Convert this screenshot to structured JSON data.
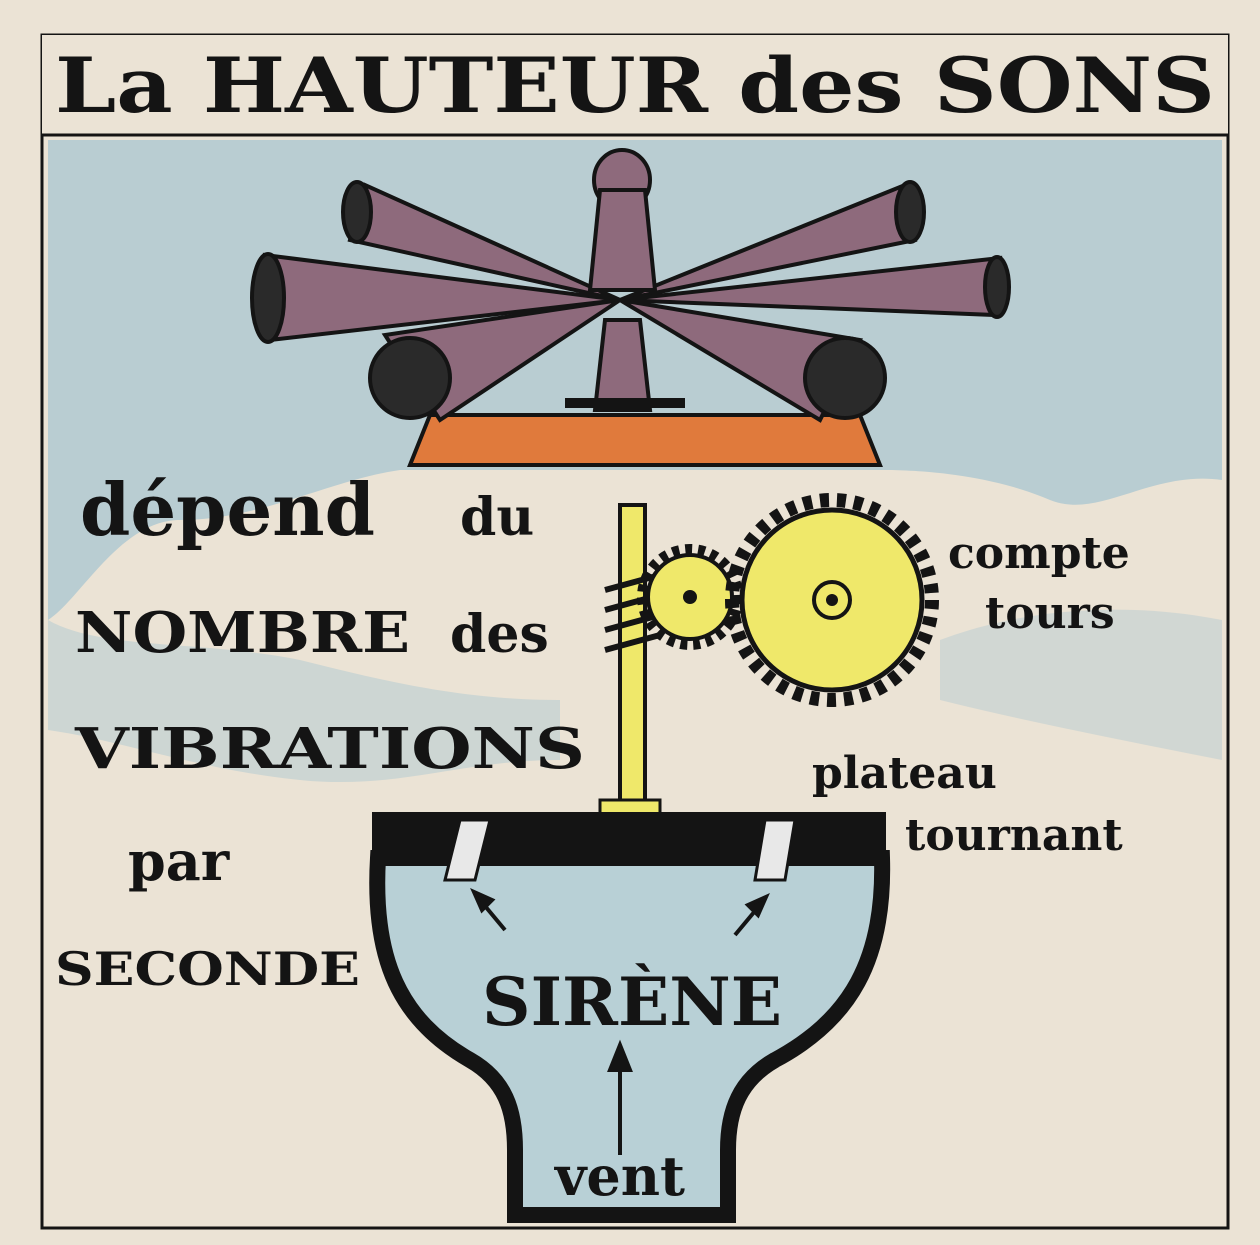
{
  "title": "La HAUTEUR des SONS",
  "left_text": {
    "line1_big": "dépend",
    "line1_small": "du",
    "line2_big": "NOMBRE",
    "line2_small": "des",
    "line3": "VIBRATIONS",
    "line4": "par",
    "line5": "SECONDE"
  },
  "labels": {
    "counter_line1": "compte",
    "counter_line2": "tours",
    "plate_line1": "plateau",
    "plate_line2": "tournant",
    "siren": "SIRÈNE",
    "wind": "vent"
  },
  "colors": {
    "paper": "#ebe3d5",
    "sky_blue": "#a9c6d0",
    "gear_yellow": "#efe86a",
    "base_orange": "#e07a3c",
    "horn_mauve": "#8e6a7c",
    "ink": "#141414"
  }
}
